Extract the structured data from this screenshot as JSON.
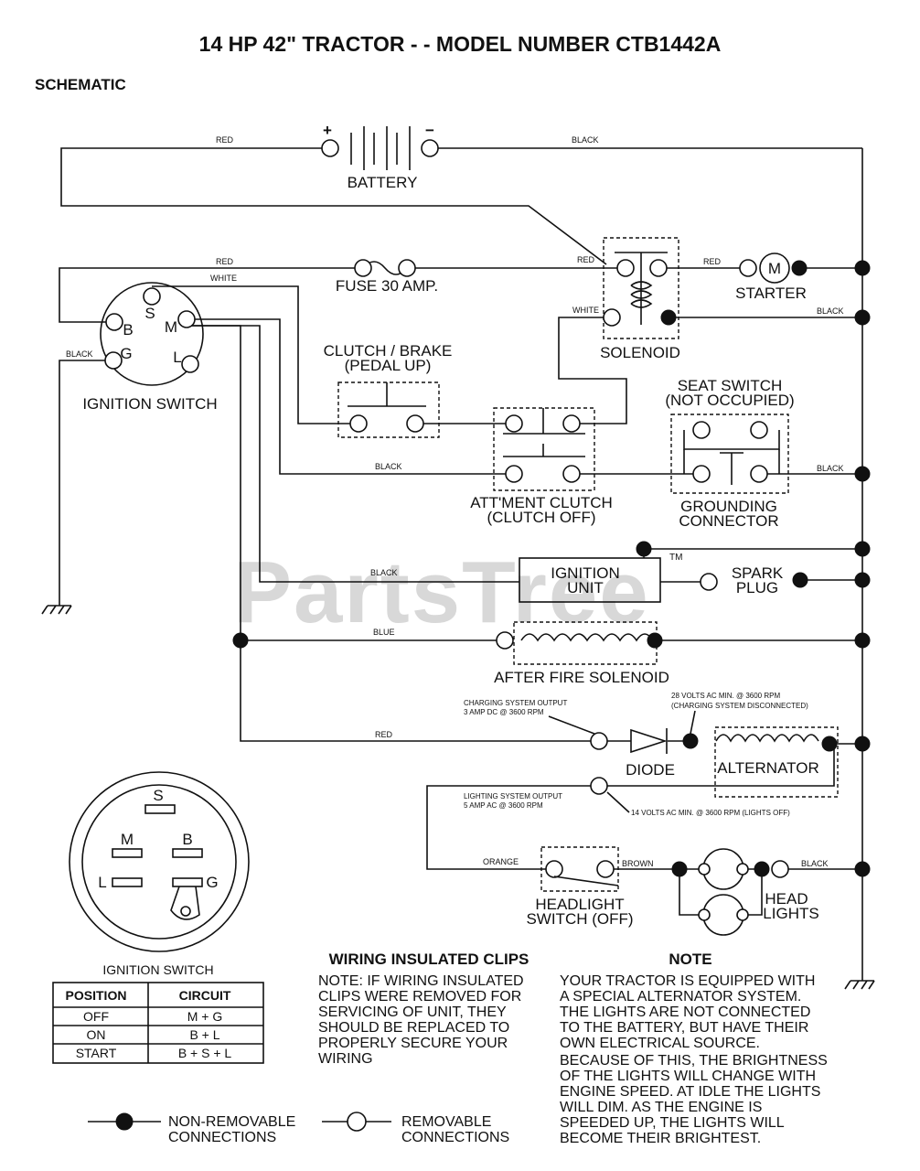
{
  "title": "14 HP 42\" TRACTOR - - MODEL NUMBER CTB1442A",
  "section": "SCHEMATIC",
  "watermark": "PartsTree",
  "trademark": "TM",
  "wire_colors": {
    "red": "RED",
    "black": "BLACK",
    "white": "WHITE",
    "blue": "BLUE",
    "orange": "ORANGE",
    "brown": "BROWN"
  },
  "components": {
    "battery": "BATTERY",
    "battery_plus": "+",
    "battery_minus": "−",
    "fuse": "FUSE 30 AMP.",
    "starter": "STARTER",
    "motor_symbol": "M",
    "solenoid": "SOLENOID",
    "ignition_switch": "IGNITION SWITCH",
    "clutch_brake_1": "CLUTCH / BRAKE",
    "clutch_brake_2": "(PEDAL UP)",
    "seat_switch_1": "SEAT SWITCH",
    "seat_switch_2": "(NOT OCCUPIED)",
    "attachment_clutch_1": "ATT'MENT CLUTCH",
    "attachment_clutch_2": "(CLUTCH OFF)",
    "grounding_1": "GROUNDING",
    "grounding_2": "CONNECTOR",
    "ignition_unit_1": "IGNITION",
    "ignition_unit_2": "UNIT",
    "spark_plug_1": "SPARK",
    "spark_plug_2": "PLUG",
    "after_fire": "AFTER FIRE SOLENOID",
    "diode": "DIODE",
    "alternator": "ALTERNATOR",
    "headlight_switch_1": "HEADLIGHT",
    "headlight_switch_2": "SWITCH (OFF)",
    "head_lights_1": "HEAD",
    "head_lights_2": "LIGHTS"
  },
  "terminals": {
    "s": "S",
    "b": "B",
    "m": "M",
    "g": "G",
    "l": "L"
  },
  "annotations": {
    "charging_1": "CHARGING SYSTEM OUTPUT",
    "charging_2": "3 AMP DC @ 3600 RPM",
    "volts28_1": "28 VOLTS AC MIN. @ 3600 RPM",
    "volts28_2": "(CHARGING SYSTEM DISCONNECTED)",
    "lighting_1": "LIGHTING SYSTEM OUTPUT",
    "lighting_2": "5 AMP AC @ 3600 RPM",
    "volts14": "14 VOLTS AC MIN. @ 3600 RPM (LIGHTS OFF)"
  },
  "ignition_table": {
    "caption": "IGNITION SWITCH",
    "headers": [
      "POSITION",
      "CIRCUIT"
    ],
    "rows": [
      [
        "OFF",
        "M + G"
      ],
      [
        "ON",
        "B + L"
      ],
      [
        "START",
        "B + S + L"
      ]
    ]
  },
  "clips": {
    "heading": "WIRING INSULATED CLIPS",
    "lines": [
      "NOTE: IF WIRING INSULATED",
      "CLIPS WERE REMOVED FOR",
      "SERVICING OF UNIT, THEY",
      "SHOULD BE REPLACED TO",
      "PROPERLY SECURE YOUR",
      "WIRING"
    ]
  },
  "note": {
    "heading": "NOTE",
    "lines": [
      "YOUR TRACTOR IS EQUIPPED WITH",
      "A SPECIAL ALTERNATOR SYSTEM.",
      "THE LIGHTS ARE NOT CONNECTED",
      "TO  THE BATTERY, BUT HAVE THEIR",
      "OWN ELECTRICAL SOURCE.",
      "BECAUSE OF THIS, THE BRIGHTNESS",
      "OF THE LIGHTS WILL CHANGE WITH",
      "ENGINE SPEED.  AT IDLE THE LIGHTS",
      "WILL DIM.  AS THE ENGINE IS",
      "SPEEDED UP, THE LIGHTS WILL",
      "BECOME THEIR BRIGHTEST."
    ]
  },
  "legend": {
    "non_removable_1": "NON-REMOVABLE",
    "non_removable_2": "CONNECTIONS",
    "removable_1": "REMOVABLE",
    "removable_2": "CONNECTIONS"
  }
}
